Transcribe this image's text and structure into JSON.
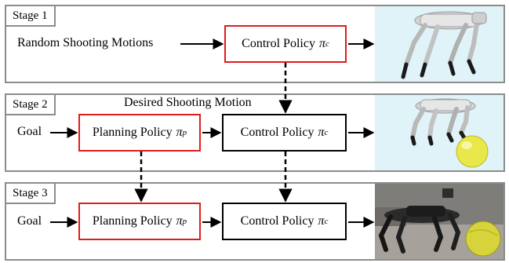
{
  "stages": [
    {
      "tag": "Stage 1",
      "input": "Random Shooting Motions",
      "control_policy": {
        "label": "Control Policy",
        "symbol": "π",
        "subscript": "c"
      }
    },
    {
      "tag": "Stage 2",
      "annotation": "Desired Shooting Motion",
      "input": "Goal",
      "planning_policy": {
        "label": "Planning Policy",
        "symbol": "π",
        "subscript": "p"
      },
      "control_policy": {
        "label": "Control Policy",
        "symbol": "π",
        "subscript": "c"
      }
    },
    {
      "tag": "Stage 3",
      "input": "Goal",
      "planning_policy": {
        "label": "Planning Policy",
        "symbol": "π",
        "subscript": "p"
      },
      "control_policy": {
        "label": "Control Policy",
        "symbol": "π",
        "subscript": "c"
      }
    }
  ],
  "colors": {
    "panel_border": "#8c8c8c",
    "planning_box_border": "#e11b1b",
    "control_box_border_stage1": "#e11b1b",
    "control_box_border": "#000000",
    "sim_background": "#dff3f8",
    "ball": "#e8e84a"
  },
  "icons": [
    "quadruped-robot-sim-image",
    "quadruped-robot-ball-sim-image",
    "quadruped-robot-real-photo"
  ]
}
